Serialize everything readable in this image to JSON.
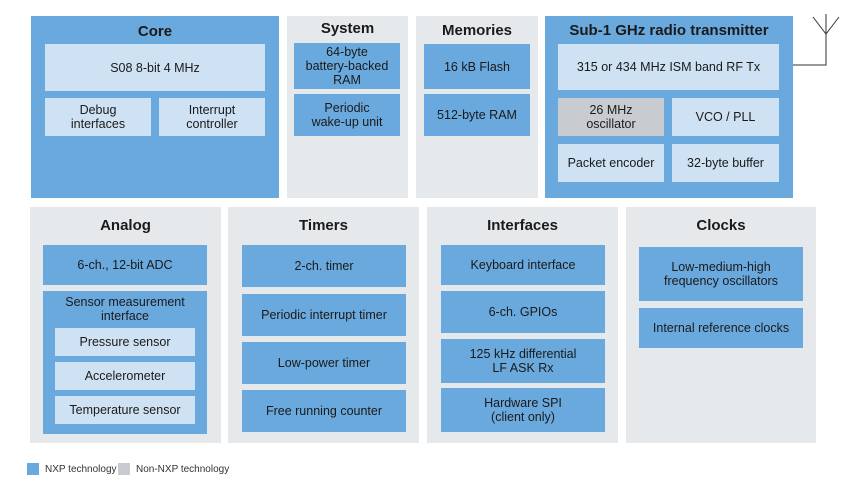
{
  "colors": {
    "nxp": "#6aa9dd",
    "light": "#cfe2f3",
    "non_nxp": "#c8ccd0",
    "panel_gray": "#e6e9ec"
  },
  "core": {
    "title": "Core",
    "cpu": "S08 8-bit 4 MHz",
    "debug": "Debug\ninterfaces",
    "interrupt": "Interrupt\ncontroller"
  },
  "system": {
    "title": "System",
    "ram": "64-byte\nbattery-backed\nRAM",
    "wakeup": "Periodic\nwake-up unit"
  },
  "memories": {
    "title": "Memories",
    "flash": "16 kB Flash",
    "ram": "512-byte RAM"
  },
  "radio": {
    "title": "Sub-1 GHz radio transmitter",
    "band": "315 or 434 MHz ISM band RF Tx",
    "oscillator": "26 MHz\noscillator",
    "vco": "VCO / PLL",
    "encoder": "Packet encoder",
    "buffer": "32-byte buffer",
    "antenna_icon": "antenna-icon"
  },
  "analog": {
    "title": "Analog",
    "adc": "6-ch., 12-bit ADC",
    "sensor_header": "Sensor measurement\ninterface",
    "pressure": "Pressure sensor",
    "accelerometer": "Accelerometer",
    "temperature": "Temperature sensor"
  },
  "timers": {
    "title": "Timers",
    "t1": "2-ch. timer",
    "t2": "Periodic interrupt timer",
    "t3": "Low-power timer",
    "t4": "Free running counter"
  },
  "interfaces": {
    "title": "Interfaces",
    "i1": "Keyboard interface",
    "i2": "6-ch. GPIOs",
    "i3": "125 kHz differential\nLF ASK Rx",
    "i4": "Hardware SPI\n(client only)"
  },
  "clocks": {
    "title": "Clocks",
    "c1": "Low-medium-high\nfrequency oscillators",
    "c2": "Internal reference clocks"
  },
  "legend": {
    "nxp": "NXP technology",
    "non_nxp": "Non-NXP technology"
  }
}
